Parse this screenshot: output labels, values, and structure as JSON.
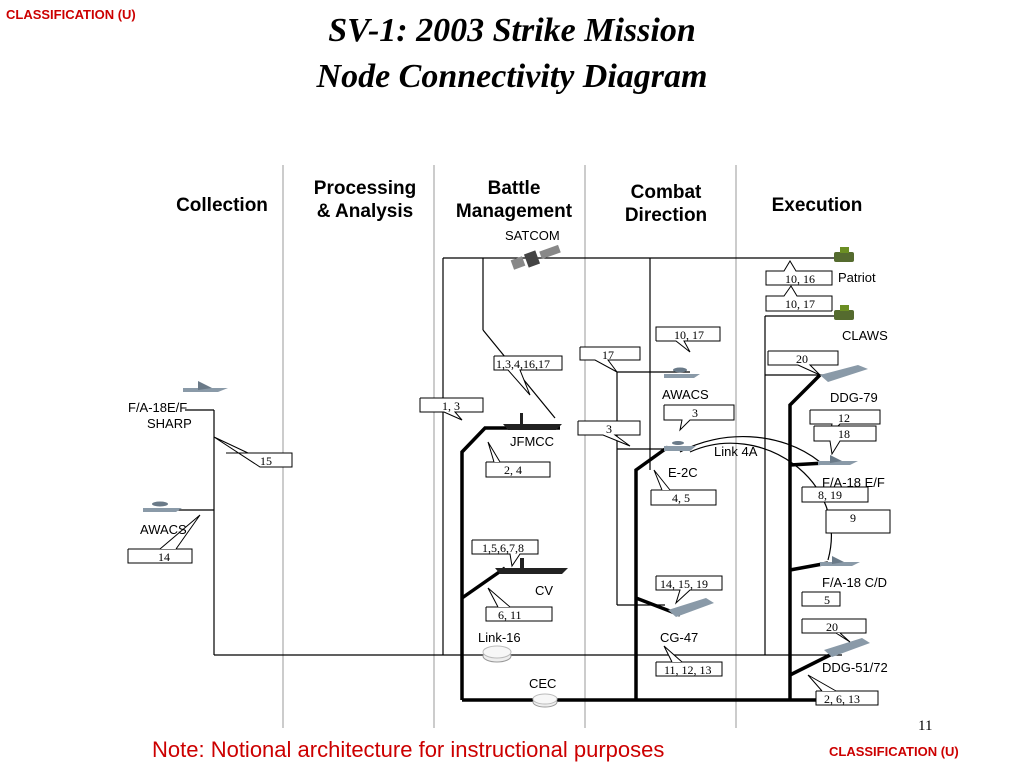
{
  "classification_top": "CLASSIFICATION (U)",
  "classification_bottom": "CLASSIFICATION (U)",
  "title_line1": "SV-1: 2003 Strike Mission",
  "title_line2": "Node Connectivity Diagram",
  "columns": {
    "collection": "Collection",
    "processing_line1": "Processing",
    "processing_line2": "& Analysis",
    "battle_line1": "Battle",
    "battle_line2": "Management",
    "combat_line1": "Combat",
    "combat_line2": "Direction",
    "execution": "Execution"
  },
  "nodes": {
    "satcom": "SATCOM",
    "patriot": "Patriot",
    "claws": "CLAWS",
    "fa18ef_sharp_line1": "F/A-18E/F",
    "fa18ef_sharp_line2": "SHARP",
    "awacs_left": "AWACS",
    "jfmcc": "JFMCC",
    "awacs_mid": "AWACS",
    "e2c": "E-2C",
    "link4a": "Link 4A",
    "ddg79": "DDG-79",
    "fa18ef": "F/A-18 E/F",
    "cv": "CV",
    "link16": "Link-16",
    "cg47": "CG-47",
    "fa18cd": "F/A-18 C/D",
    "ddg5172": "DDG-51/72",
    "cec": "CEC"
  },
  "flags": {
    "patriot": "10, 16",
    "claws": "10, 17",
    "awacs_top": "10, 17",
    "combat_17": "17",
    "satcom_jfmcc": "1,3,4,16,17",
    "ddg79_20": "20",
    "left_1_3": "1, 3",
    "awacs_3": "3",
    "combat_3": "3",
    "ddg_12": "12",
    "ddg_18": "18",
    "sharp_15": "15",
    "jfmcc_24": "2, 4",
    "e2c_45": "4, 5",
    "fa18ef_819": "8, 19",
    "link_9": "9",
    "awacs_14": "14",
    "cv_15678": "1,5,6,7,8",
    "cg47_141519": "14, 15, 19",
    "fa18cd_5": "5",
    "cv_611": "6, 11",
    "ddg_20b": "20",
    "cg47_111213": "11, 12, 13",
    "ddg5172_2613": "2, 6, 13"
  },
  "footer": {
    "note": "Note: Notional architecture for instructional purposes",
    "page_number": "11"
  }
}
